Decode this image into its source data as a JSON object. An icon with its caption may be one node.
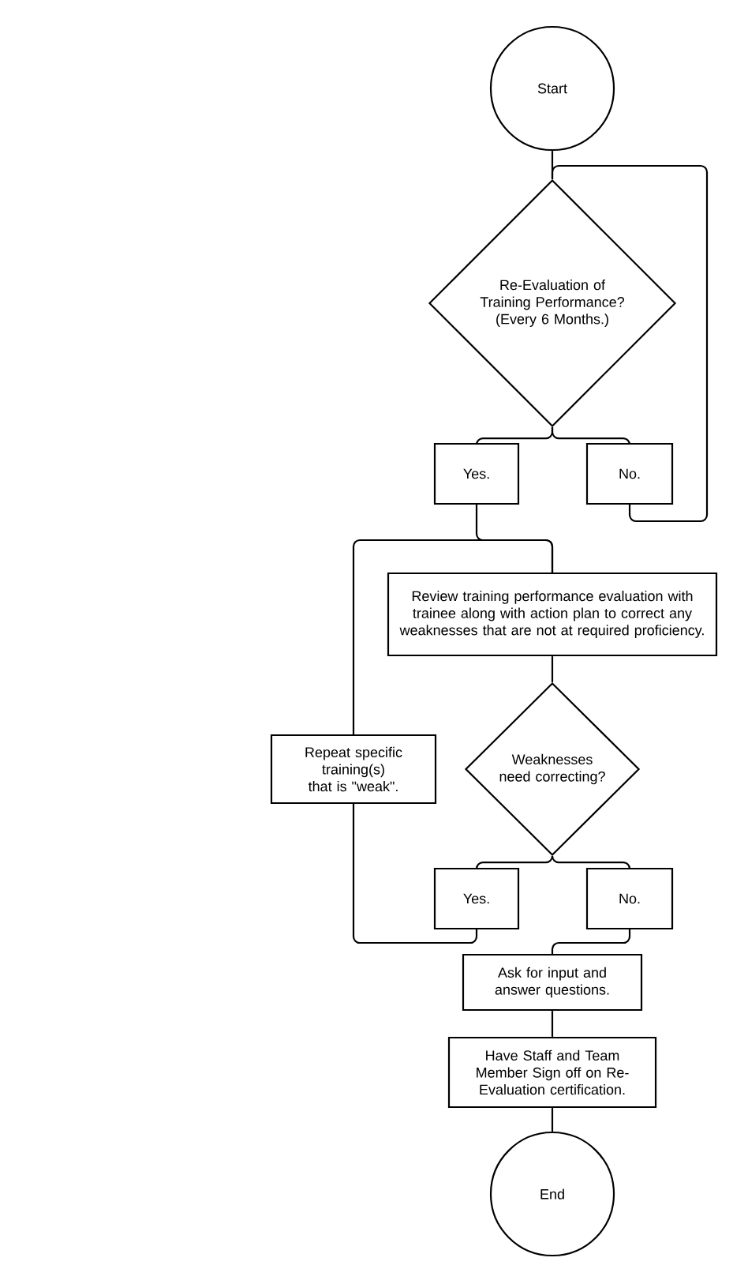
{
  "diagram": {
    "nodes": [
      {
        "text": [
          "Start"
        ]
      },
      {
        "text": [
          "Re-Evaluation of Training Performance? (Every 6 Months.)"
        ]
      },
      {
        "text": [
          "Yes."
        ]
      },
      {
        "text": [
          "No."
        ]
      },
      {
        "text": [
          "Review training performance evaluation with trainee along with action plan to correct any weaknesses that are not at required proficiency."
        ]
      },
      {
        "text": [
          "Repeat specific training(s) that is \"weak\"."
        ]
      },
      {
        "text": [
          "Weaknesses need correcting?"
        ]
      },
      {
        "text": [
          "Yes."
        ]
      },
      {
        "text": [
          "No."
        ]
      },
      {
        "text": [
          "Ask for input and answer questions."
        ]
      },
      {
        "text": [
          "Have Staff and Team Member Sign off on Re-Evaluation certification."
        ]
      },
      {
        "text": [
          "End"
        ]
      }
    ],
    "edges": [
      {
        "from": 0,
        "to": 1,
        "arrow": "none"
      },
      {
        "from": 1,
        "to": 2,
        "arrow": "none"
      },
      {
        "from": 1,
        "to": 3,
        "arrow": "none"
      },
      {
        "from": 3,
        "to": 1,
        "arrow": "none"
      },
      {
        "from": 2,
        "to": 4,
        "arrow": "none"
      },
      {
        "from": 5,
        "to": 4,
        "arrow": "none"
      },
      {
        "from": 4,
        "to": 6,
        "arrow": "none"
      },
      {
        "from": 6,
        "to": 7,
        "arrow": "none"
      },
      {
        "from": 6,
        "to": 8,
        "arrow": "none"
      },
      {
        "from": 7,
        "to": 5,
        "arrow": "none"
      },
      {
        "from": 8,
        "to": 9,
        "arrow": "none"
      },
      {
        "from": 9,
        "to": 10,
        "arrow": "none"
      },
      {
        "from": 10,
        "to": 11,
        "arrow": "none"
      }
    ]
  }
}
